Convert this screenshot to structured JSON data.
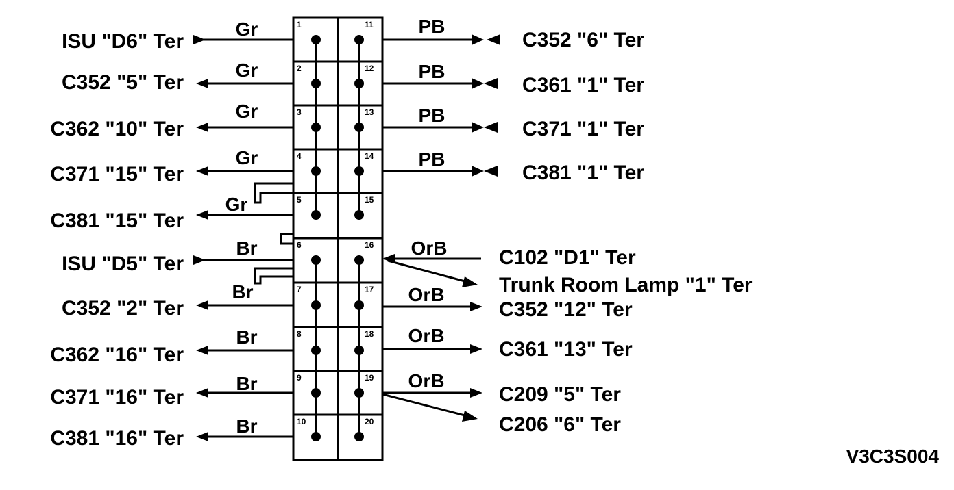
{
  "diagram_code": "V3C3S004",
  "pins_left": [
    "1",
    "2",
    "3",
    "4",
    "5",
    "6",
    "7",
    "8",
    "9",
    "10"
  ],
  "pins_right": [
    "11",
    "12",
    "13",
    "14",
    "15",
    "16",
    "17",
    "18",
    "19",
    "20"
  ],
  "left_wires": [
    {
      "color": "Gr",
      "terminal": "ISU \"D6\" Ter"
    },
    {
      "color": "Gr",
      "terminal": "C352 \"5\" Ter"
    },
    {
      "color": "Gr",
      "terminal": "C362 \"10\" Ter"
    },
    {
      "color": "Gr",
      "terminal": "C371 \"15\" Ter"
    },
    {
      "color": "Gr",
      "terminal": "C381 \"15\" Ter"
    },
    {
      "color": "Br",
      "terminal": "ISU \"D5\" Ter"
    },
    {
      "color": "Br",
      "terminal": "C352 \"2\" Ter"
    },
    {
      "color": "Br",
      "terminal": "C362 \"16\" Ter"
    },
    {
      "color": "Br",
      "terminal": "C371 \"16\" Ter"
    },
    {
      "color": "Br",
      "terminal": "C381 \"16\" Ter"
    }
  ],
  "right_wires": [
    {
      "color": "PB",
      "terminal": "C352 \"6\" Ter"
    },
    {
      "color": "PB",
      "terminal": "C361 \"1\" Ter"
    },
    {
      "color": "PB",
      "terminal": "C371 \"1\" Ter"
    },
    {
      "color": "PB",
      "terminal": "C381 \"1\" Ter"
    },
    {
      "color": "OrB",
      "terminal": "C102 \"D1\" Ter"
    },
    {
      "color": "",
      "terminal": "Trunk Room Lamp \"1\" Ter"
    },
    {
      "color": "OrB",
      "terminal": "C352 \"12\" Ter"
    },
    {
      "color": "OrB",
      "terminal": "C361 \"13\" Ter"
    },
    {
      "color": "OrB",
      "terminal": "C209 \"5\" Ter"
    },
    {
      "color": "",
      "terminal": "C206 \"6\" Ter"
    }
  ]
}
